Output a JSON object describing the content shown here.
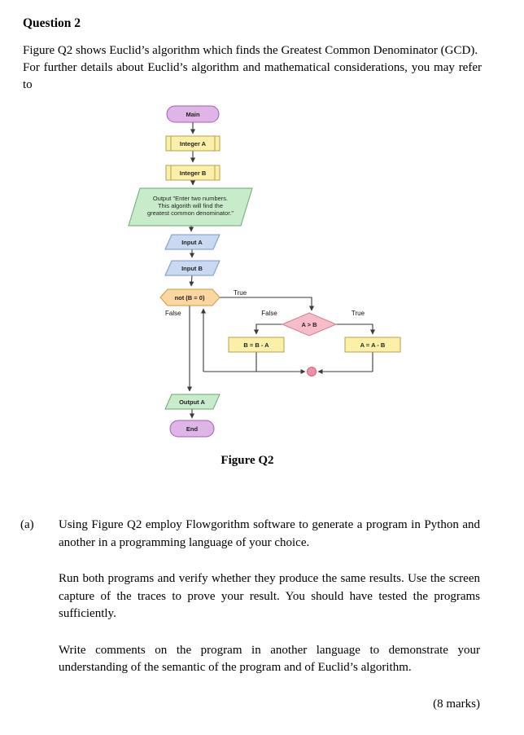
{
  "page": {
    "question_title": "Question 2",
    "intro_para1": "Figure Q2 shows Euclid’s algorithm which finds the Greatest Common Denominator (GCD).",
    "intro_para2": "For further details about Euclid’s algorithm and mathematical considerations, you may refer to",
    "figure_caption": "Figure Q2"
  },
  "flowchart": {
    "nodes": {
      "main": "Main",
      "declare_a": "Integer A",
      "declare_b": "Integer B",
      "output_msg_lines": [
        "Output \"Enter two numbers.",
        "This algorith will find the",
        "greatest common denominator.\""
      ],
      "input_a": "Input A",
      "input_b": "Input B",
      "while_condition": "not (B = 0)",
      "if_condition": "A > B",
      "assign_b": "B = B - A",
      "assign_a": "A = A - B",
      "output_a": "Output A",
      "end": "End"
    },
    "branch_labels": {
      "while_true": "True",
      "while_false": "False",
      "if_false": "False",
      "if_true": "True"
    },
    "colors": {
      "terminator_fill": "#dfb5e7",
      "declare_fill": "#fcf0a8",
      "assign_fill": "#fcf0a8",
      "input_fill": "#c9d9f2",
      "output_fill": "#c8ecca",
      "loop_fill": "#fad7a0",
      "decision_fill": "#f6bdc8",
      "connector_dot_fill": "#f58ea8"
    }
  },
  "question_a": {
    "label": "(a)",
    "para1": "Using Figure Q2 employ Flowgorithm software to generate a program in Python and another in a programming language of your choice.",
    "para2": "Run both programs and verify whether they produce the same results. Use the screen capture of the traces to prove your result. You should have tested the programs sufficiently.",
    "para3": "Write comments on the program in another language to demonstrate your understanding of the semantic of the program and of Euclid’s algorithm.",
    "marks": "(8 marks)"
  }
}
